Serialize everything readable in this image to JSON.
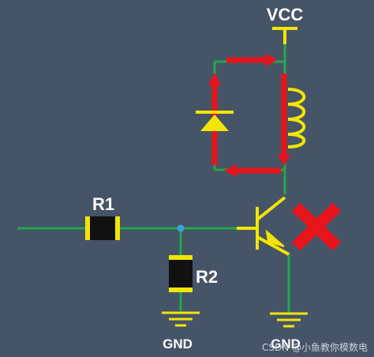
{
  "labels": {
    "vcc": "VCC",
    "r1": "R1",
    "r2": "R2",
    "gnd_left": "GND",
    "gnd_right": "GND"
  },
  "watermark": "CSDN @小鱼教你模数电",
  "colors": {
    "background": "#465468",
    "wire": "#22a84a",
    "component_yellow": "#f2e600",
    "current_arrow": "#e8141b",
    "cross": "#e8141b",
    "junction": "#3aa0e0",
    "resistor_body": "#111111",
    "text": "#ffffff"
  },
  "icons": {
    "supply": "vcc-tee-icon",
    "ground": "ground-icon",
    "diode": "diode-icon",
    "coil": "relay-coil-icon",
    "transistor": "npn-transistor-icon",
    "fault": "x-mark-icon"
  }
}
